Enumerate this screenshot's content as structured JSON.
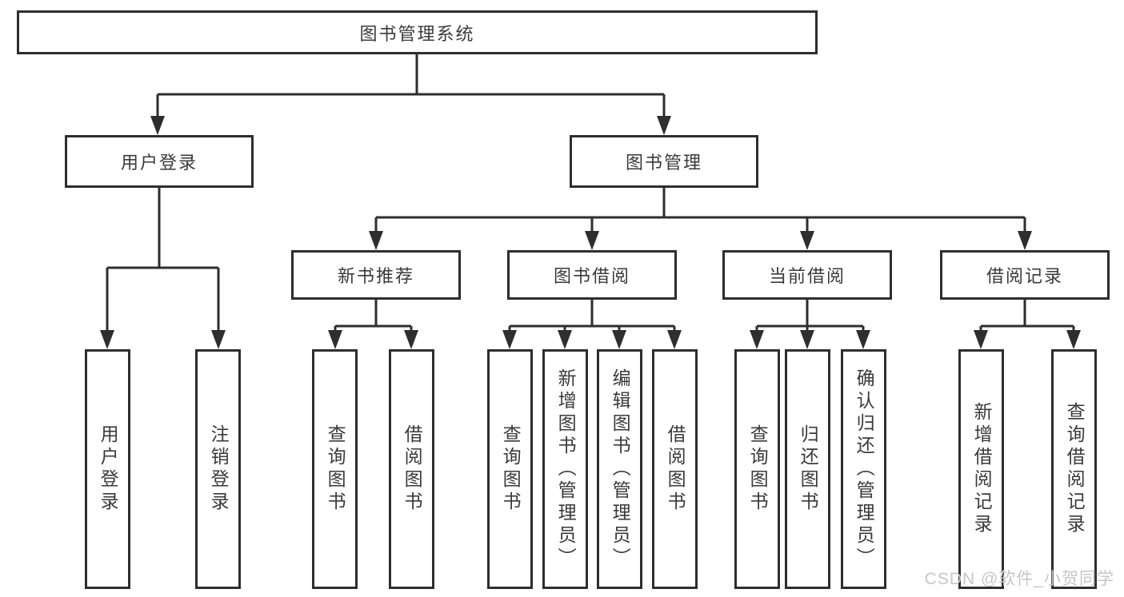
{
  "diagram": {
    "root": {
      "label": "图书管理系统"
    },
    "level2": [
      {
        "label": "用户登录"
      },
      {
        "label": "图书管理"
      }
    ],
    "level3": [
      {
        "label": "新书推荐"
      },
      {
        "label": "图书借阅"
      },
      {
        "label": "当前借阅"
      },
      {
        "label": "借阅记录"
      }
    ],
    "leaves": {
      "user_login": [
        "用户登录",
        "注销登录"
      ],
      "new_books": [
        "查询图书",
        "借阅图书"
      ],
      "book_borrow": [
        "查询图书",
        "新增图书（管理员）",
        "编辑图书（管理员）",
        "借阅图书"
      ],
      "current_borrow": [
        "查询图书",
        "归还图书",
        "确认归还（管理员）"
      ],
      "borrow_records": [
        "新增借阅记录",
        "查询借阅记录"
      ]
    },
    "colors": {
      "line": "#2e2e2e",
      "text": "#3a3a3a",
      "watermark": "#c6c6c6",
      "background": "#ffffff"
    }
  },
  "watermark": {
    "text": "CSDN @软件_小贺同学"
  }
}
